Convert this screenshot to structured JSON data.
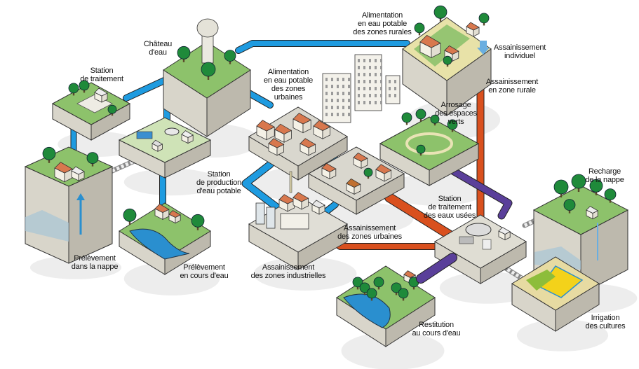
{
  "colors": {
    "drinking_water_pipe": "#1e9be0",
    "wastewater_pipe": "#d9501e",
    "treated_water_pipe": "#5a3f9a",
    "groundwater_link": "#c8c8c8",
    "grass": "#8dc26b",
    "tree": "#1f8a3a",
    "block_side": "#cfccc0",
    "water": "#2a8fcf",
    "roof": "#d8784e",
    "crop_yellow": "#f3d21a"
  },
  "labels": {
    "chateau_eau": [
      "Château",
      "d'eau"
    ],
    "station_traitement": [
      "Station",
      "de traitement"
    ],
    "alimentation_rurales": [
      "Alimentation",
      "en eau potable",
      "des zones rurales"
    ],
    "assainissement_individuel": [
      "Assainissement",
      "individuel"
    ],
    "assainissement_zone_rurale": [
      "Assainissement",
      "en zone rurale"
    ],
    "alimentation_urbaines": [
      "Alimentation",
      "en eau potable",
      "des zones",
      "urbaines"
    ],
    "arrosage": [
      "Arrosage",
      "des espaces",
      "verts"
    ],
    "station_production": [
      "Station",
      "de production",
      "d'eau potable"
    ],
    "recharge_nappe": [
      "Recharge",
      "de la nappe"
    ],
    "station_eaux_usees": [
      "Station",
      "de traitement",
      "des eaux usées"
    ],
    "assainissement_urbaines": [
      "Assainissement",
      "des zones urbaines"
    ],
    "prelevement_nappe": [
      "Prélèvement",
      "dans la nappe"
    ],
    "prelevement_cours_eau": [
      "Prélèvement",
      "en cours d'eau"
    ],
    "assainissement_industrielles": [
      "Assainissement",
      "des zones industrielles"
    ],
    "irrigation": [
      "Irrigation",
      "des cultures"
    ],
    "restitution": [
      "Restitution",
      "au cours d'eau"
    ]
  }
}
